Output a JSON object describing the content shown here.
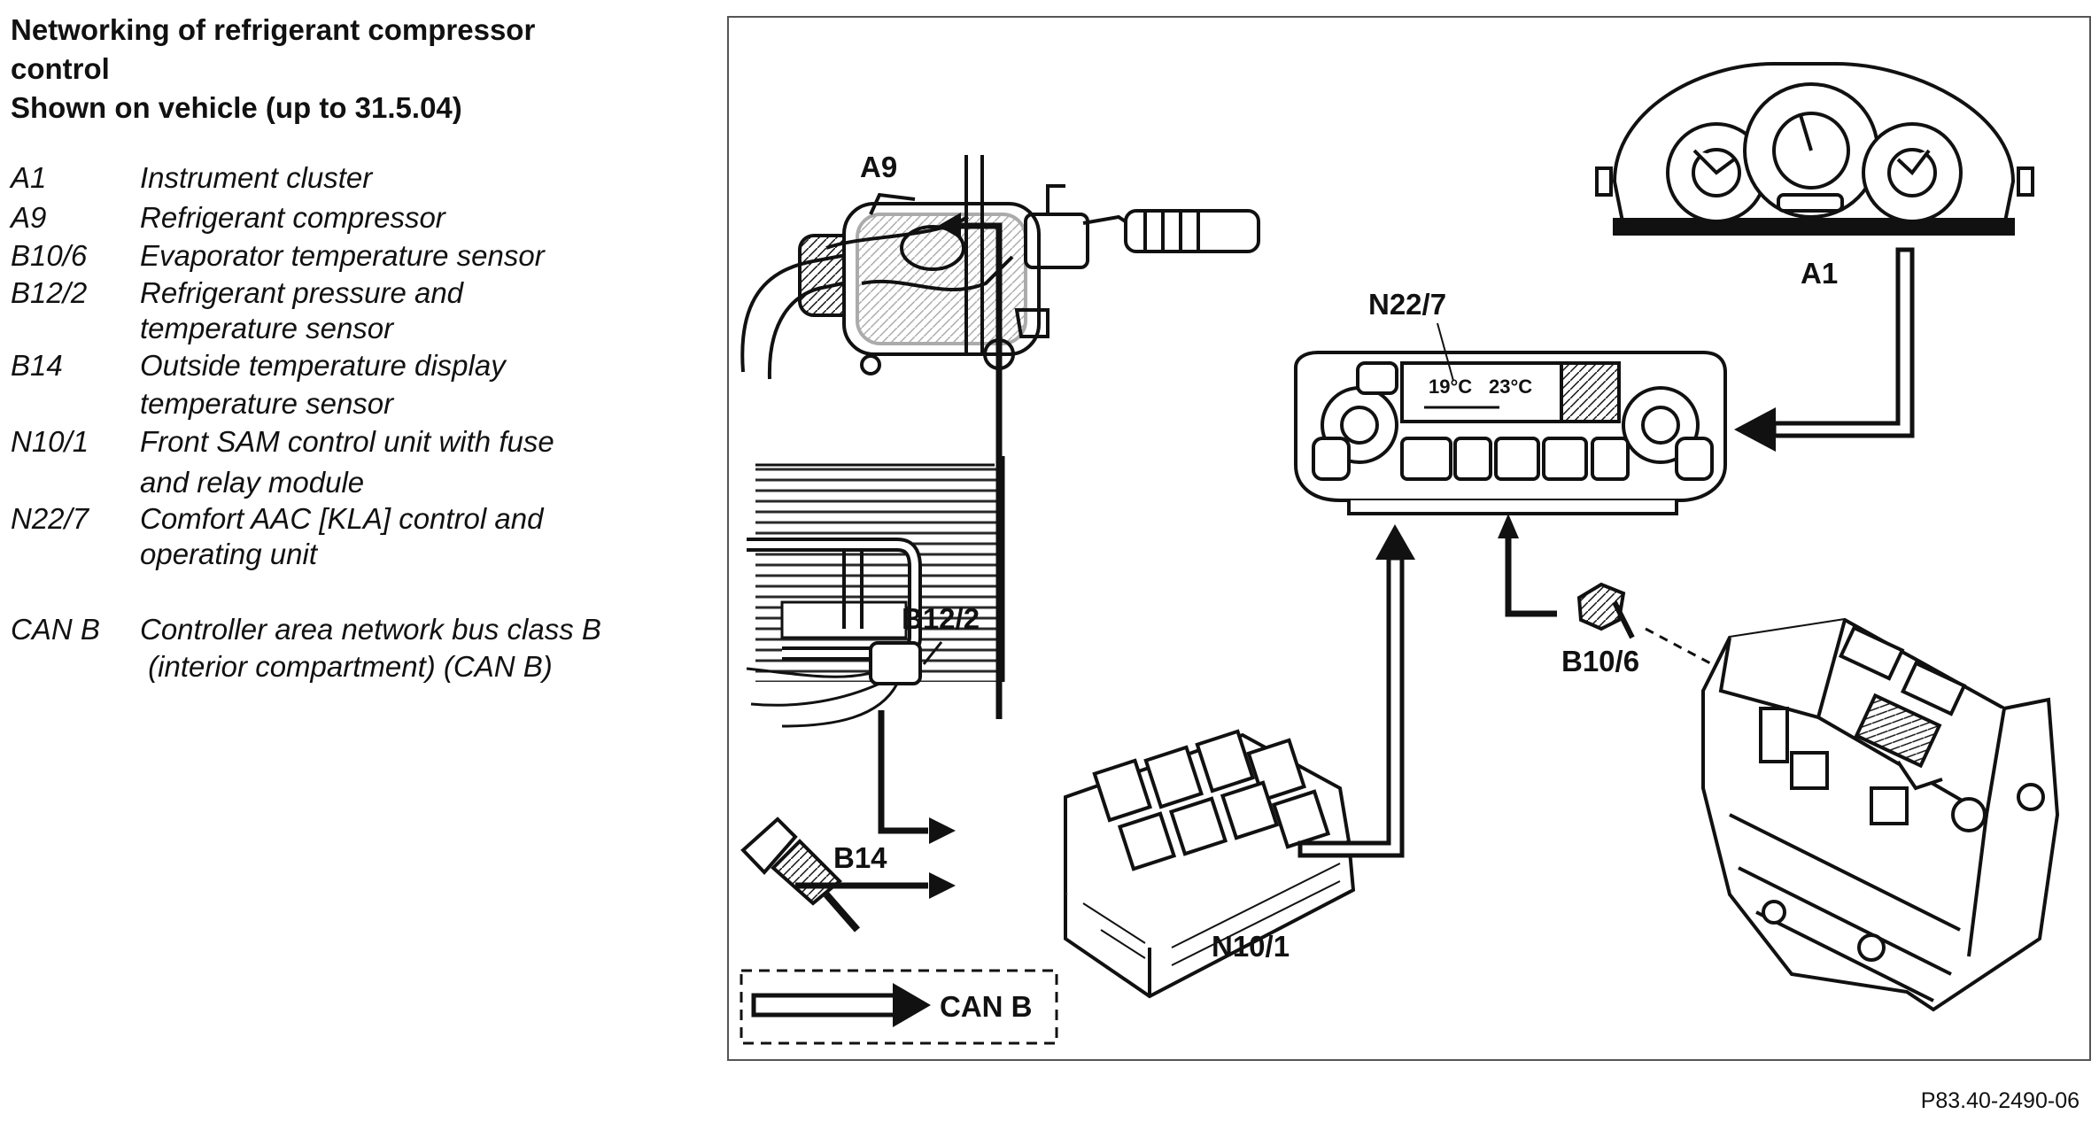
{
  "title": {
    "line1": "Networking of refrigerant compressor",
    "line2": "control",
    "line3": "Shown on vehicle (up to 31.5.04)"
  },
  "legend": [
    {
      "code": "A1",
      "lines": [
        "Instrument cluster"
      ]
    },
    {
      "code": "A9",
      "lines": [
        "Refrigerant compressor"
      ]
    },
    {
      "code": "B10/6",
      "lines": [
        "Evaporator temperature sensor"
      ]
    },
    {
      "code": "B12/2",
      "lines": [
        "Refrigerant pressure and",
        "temperature sensor"
      ]
    },
    {
      "code": "B14",
      "lines": [
        "Outside temperature display",
        "temperature sensor"
      ]
    },
    {
      "code": "N10/1",
      "lines": [
        "Front SAM control unit with fuse",
        "and relay module"
      ]
    },
    {
      "code": "N22/7",
      "lines": [
        "Comfort AAC [KLA] control and",
        "operating unit"
      ]
    },
    {
      "code": "CAN B",
      "lines": [
        "Controller area network bus class B",
        " (interior compartment) (CAN B)"
      ]
    }
  ],
  "diagram": {
    "labels": {
      "a9": "A9",
      "a1": "A1",
      "n22_7": "N22/7",
      "b12_2": "B12/2",
      "b14": "B14",
      "n10_1": "N10/1",
      "b10_6": "B10/6",
      "can_b": "CAN B"
    },
    "display": {
      "temp_left": "19°C",
      "temp_right": "23°C"
    }
  },
  "footer": {
    "ref": "P83.40-2490-06"
  }
}
